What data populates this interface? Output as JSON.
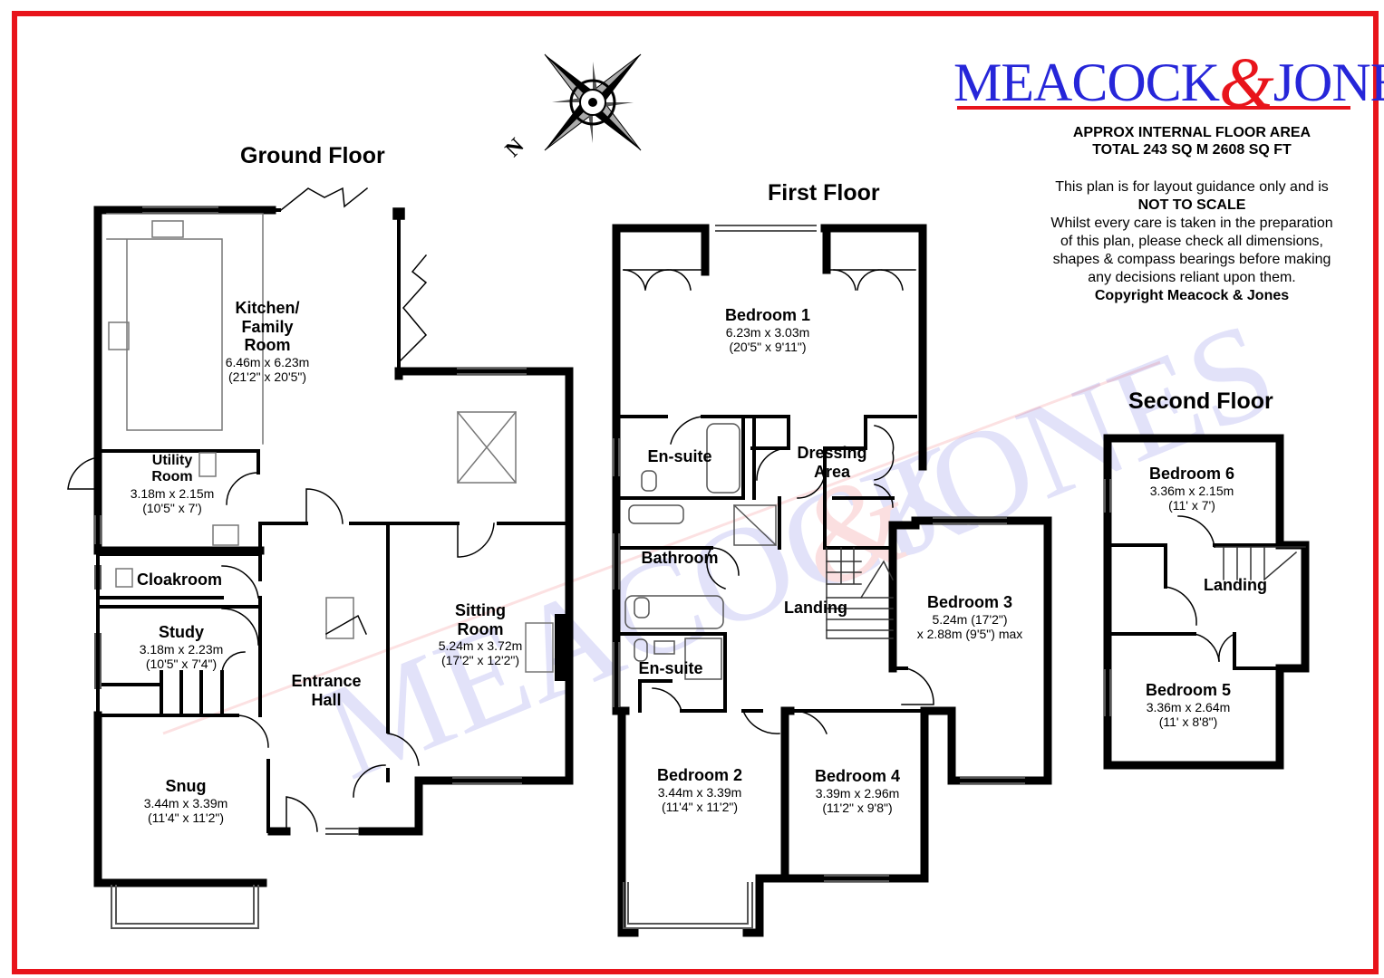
{
  "brand": {
    "name_left": "MEACOCK",
    "ampersand": "&",
    "name_right": "JONES",
    "colors": {
      "primary": "#2626d9",
      "accent": "#e8141b"
    }
  },
  "area": {
    "line1": "APPROX INTERNAL FLOOR AREA",
    "line2": "TOTAL 243 SQ M 2608 SQ FT"
  },
  "disclaimer": {
    "line1": "This plan is for layout guidance only and is",
    "line2": "NOT TO SCALE",
    "line3": "Whilst every care is taken in the preparation",
    "line4": "of this plan, please check all dimensions,",
    "line5": "shapes & compass bearings before making",
    "line6": "any decisions reliant upon them.",
    "line7": "Copyright Meacock & Jones"
  },
  "compass": {
    "north_label": "N"
  },
  "floors": {
    "ground": "Ground Floor",
    "first": "First Floor",
    "second": "Second Floor"
  },
  "rooms": {
    "kitchen": {
      "name": "Kitchen/\nFamily\nRoom",
      "metric": "6.46m x 6.23m",
      "imperial": "(21'2\" x 20'5\")"
    },
    "utility": {
      "name": "Utility\nRoom",
      "metric": "3.18m x 2.15m",
      "imperial": "(10'5\" x 7')"
    },
    "cloakroom": {
      "name": "Cloakroom"
    },
    "study": {
      "name": "Study",
      "metric": "3.18m x 2.23m",
      "imperial": "(10'5\" x 7'4\")"
    },
    "entrance": {
      "name": "Entrance\nHall"
    },
    "sitting": {
      "name": "Sitting\nRoom",
      "metric": "5.24m x 3.72m",
      "imperial": "(17'2\" x 12'2\")"
    },
    "snug": {
      "name": "Snug",
      "metric": "3.44m x 3.39m",
      "imperial": "(11'4\" x 11'2\")"
    },
    "bedroom1": {
      "name": "Bedroom 1",
      "metric": "6.23m x 3.03m",
      "imperial": "(20'5\" x 9'11\")"
    },
    "ensuite1": {
      "name": "En-suite"
    },
    "dressing": {
      "name": "Dressing\nArea"
    },
    "bathroom": {
      "name": "Bathroom"
    },
    "landing1": {
      "name": "Landing"
    },
    "bedroom3": {
      "name": "Bedroom 3",
      "metric": "5.24m (17'2\")",
      "imperial": "x 2.88m (9'5\") max"
    },
    "ensuite2": {
      "name": "En-suite"
    },
    "bedroom2": {
      "name": "Bedroom 2",
      "metric": "3.44m x 3.39m",
      "imperial": "(11'4\" x 11'2\")"
    },
    "bedroom4": {
      "name": "Bedroom 4",
      "metric": "3.39m x 2.96m",
      "imperial": "(11'2\" x 9'8\")"
    },
    "bedroom6": {
      "name": "Bedroom 6",
      "metric": "3.36m x 2.15m",
      "imperial": "(11' x 7')"
    },
    "landing2": {
      "name": "Landing"
    },
    "bedroom5": {
      "name": "Bedroom 5",
      "metric": "3.36m x 2.64m",
      "imperial": "(11' x 8'8\")"
    }
  }
}
